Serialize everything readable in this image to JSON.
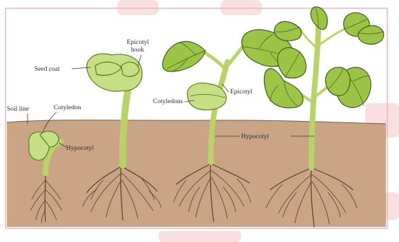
{
  "labels": {
    "seed_coat": "Seed coat",
    "epicotyl_hook_1": "Epicotyl",
    "epicotyl_hook_2": "hook",
    "soil_line": "Soil line",
    "cotyledon": "Cotyledon",
    "hypocotyl_small": "Hypocotyl",
    "cotyledons": "Cotyledons",
    "epicotyl": "Epicotyl",
    "hypocotyl": "Hypocotyl"
  },
  "colors": {
    "soil": "#c9a585",
    "sky": "#ffffff",
    "leaf": "#9cc447",
    "stem": "#b9d36a",
    "root": "#4a4032",
    "watermark": "#f3c6c6"
  }
}
